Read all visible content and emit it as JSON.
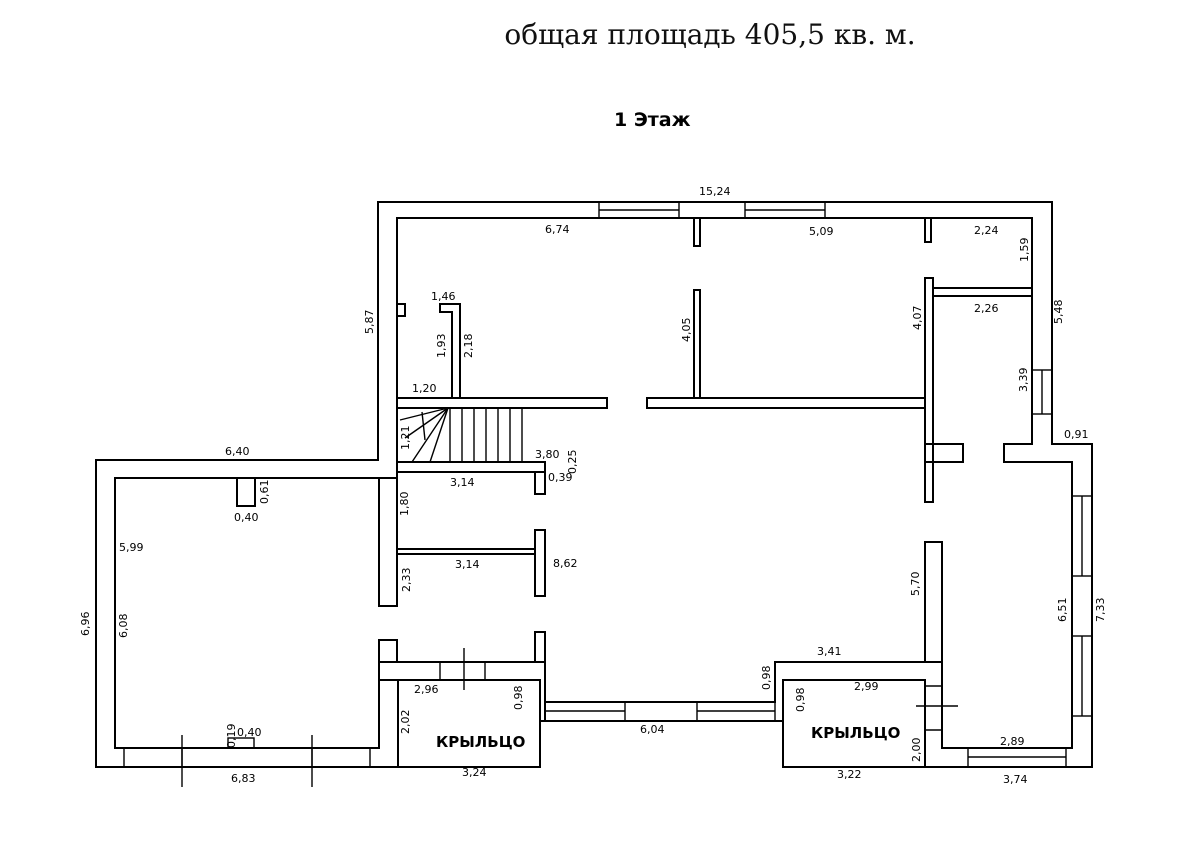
{
  "header": {
    "total_area": "общая площадь 405,5 кв. м."
  },
  "plan": {
    "floor_title": "1 Этаж",
    "porch_labels": [
      "КРЫЛЬЦО",
      "КРЫЛЬЦО"
    ],
    "dimensions": [
      "15,24",
      "6,74",
      "5,09",
      "2,24",
      "1,59",
      "5,87",
      "1,46",
      "1,93",
      "2,18",
      "4,05",
      "4,07",
      "2,26",
      "5,48",
      "3,39",
      "1,20",
      "1,21",
      "3,80",
      "0,25",
      "0,91",
      "6,40",
      "0,61",
      "3,14",
      "0,39",
      "0,40",
      "1,80",
      "5,99",
      "3,14",
      "8,62",
      "2,33",
      "5,70",
      "6,96",
      "6,08",
      "6,51",
      "7,33",
      "3,41",
      "0,98",
      "2,96",
      "0,98",
      "2,99",
      "0,98",
      "2,02",
      "6,04",
      "0,19",
      "0,40",
      "2,00",
      "2,89",
      "6,83",
      "3,24",
      "3,22",
      "3,74"
    ]
  }
}
